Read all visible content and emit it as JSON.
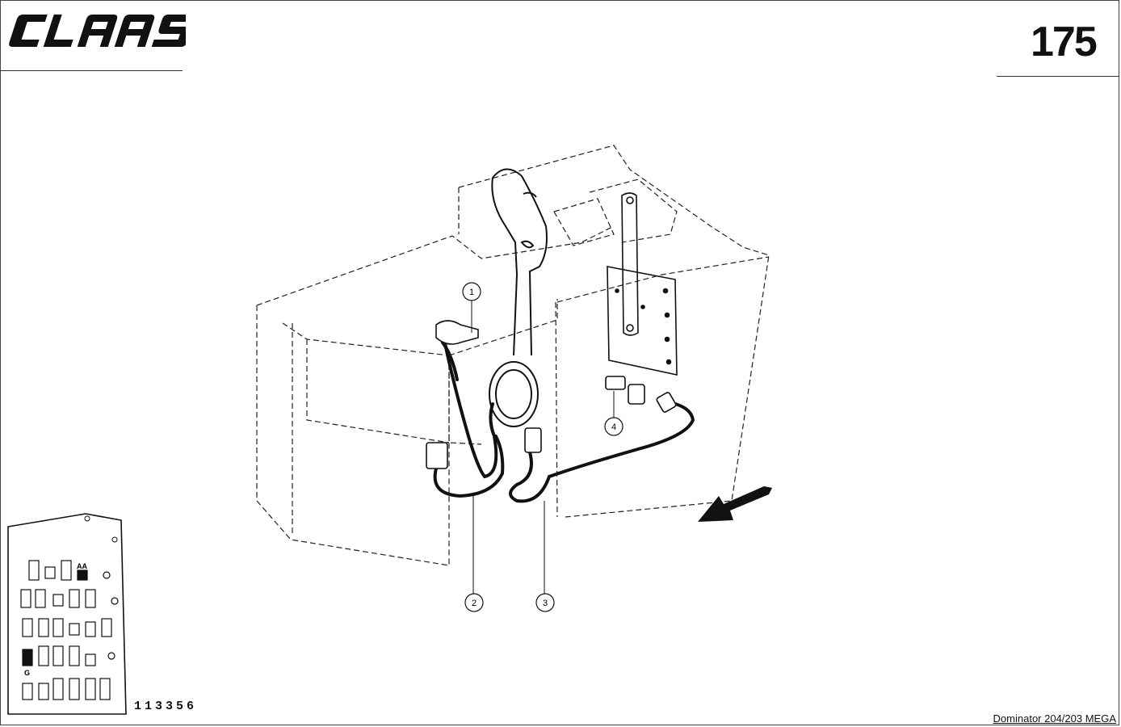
{
  "header": {
    "brand": "CLAAS",
    "page_number": "175"
  },
  "callouts": [
    {
      "label": "1"
    },
    {
      "label": "2"
    },
    {
      "label": "3"
    },
    {
      "label": "4"
    }
  ],
  "inset": {
    "label_aa": "AA",
    "label_g": "G"
  },
  "footer": {
    "drawing_number": "113356",
    "model": "Dominator 204/203 MEGA"
  }
}
